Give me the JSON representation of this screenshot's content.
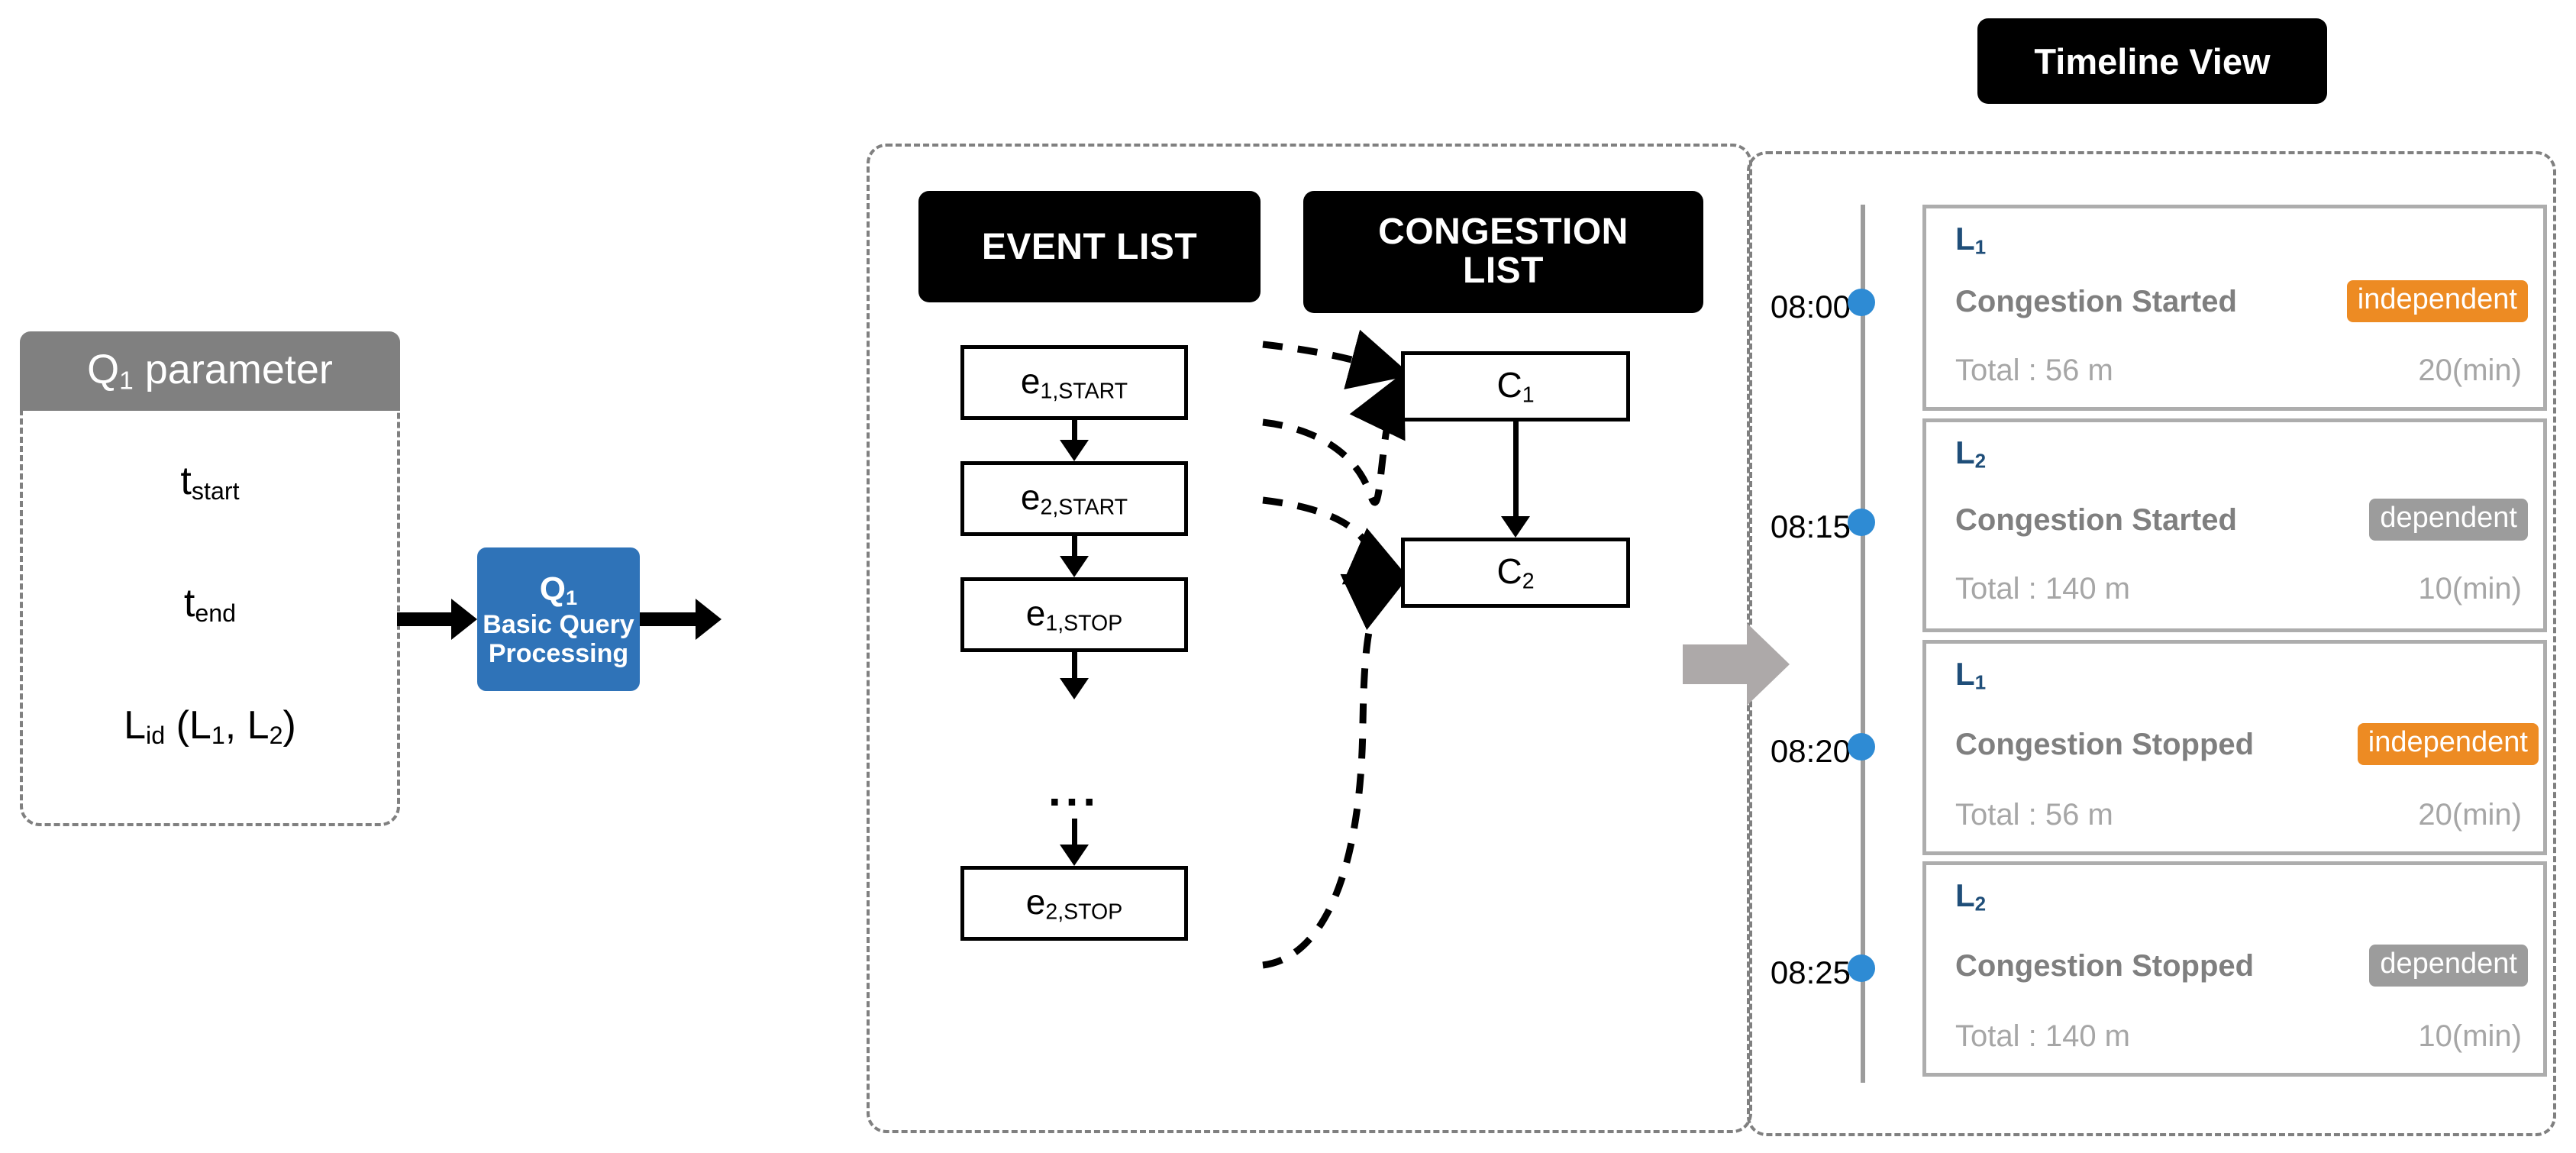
{
  "param_panel": {
    "header": "Q₁ parameter",
    "header_text_main": "Q",
    "header_sub": "1",
    "header_rest": " parameter",
    "lines": [
      {
        "main": "t",
        "sub": "start"
      },
      {
        "main": "t",
        "sub": "end"
      },
      {
        "main": "L",
        "sub": "id",
        "rest": " (L₁, L₂)"
      }
    ],
    "line_tstart_main": "t",
    "line_tstart_sub": "start",
    "line_tend_main": "t",
    "line_tend_sub": "end",
    "line_lid_main": "L",
    "line_lid_sub": "id",
    "line_lid_rest_a": " (L",
    "line_lid_sub_a": "1",
    "line_lid_rest_b": ", L",
    "line_lid_sub_b": "2",
    "line_lid_rest_c": ")"
  },
  "process_box": {
    "title_main": "Q",
    "title_sub": "1",
    "subtitle_line1": "Basic Query",
    "subtitle_line2": "Processing",
    "color": "#2F73B8"
  },
  "middle_panel": {
    "event_list_label": "EVENT LIST",
    "congestion_list_label_line1": "CONGESTION",
    "congestion_list_label_line2": "LIST",
    "events": [
      {
        "main": "e",
        "sub": "1,START"
      },
      {
        "main": "e",
        "sub": "2,START"
      },
      {
        "main": "e",
        "sub": "1,STOP"
      },
      {
        "main": "...",
        "sub": ""
      },
      {
        "main": "e",
        "sub": "2,STOP"
      }
    ],
    "event_0_main": "e",
    "event_0_sub": "1,START",
    "event_1_main": "e",
    "event_1_sub": "2,START",
    "event_2_main": "e",
    "event_2_sub": "1,STOP",
    "event_3_main": "...",
    "event_4_main": "e",
    "event_4_sub": "2,STOP",
    "congestions": [
      {
        "main": "C",
        "sub": "1"
      },
      {
        "main": "C",
        "sub": "2"
      }
    ],
    "cong_0_main": "C",
    "cong_0_sub": "1",
    "cong_1_main": "C",
    "cong_1_sub": "2"
  },
  "timeline": {
    "title": "Timeline View",
    "dot_color": "#2E8BD4",
    "lane_color": "#1F4E79",
    "independent_color": "#ED8B23",
    "dependent_color": "#9C9C9C",
    "rows": [
      {
        "time": "08:00",
        "lane_main": "L",
        "lane_sub": "1",
        "event": "Congestion Started",
        "badge": "independent",
        "badge_type": "independent",
        "total": "Total : 56 m",
        "duration": "20(min)"
      },
      {
        "time": "08:15",
        "lane_main": "L",
        "lane_sub": "2",
        "event": "Congestion Started",
        "badge": "dependent",
        "badge_type": "dependent",
        "total": "Total : 140 m",
        "duration": "10(min)"
      },
      {
        "time": "08:20",
        "lane_main": "L",
        "lane_sub": "1",
        "event": "Congestion Stopped",
        "badge": "independent",
        "badge_type": "independent",
        "total": "Total : 56 m",
        "duration": "20(min)"
      },
      {
        "time": "08:25",
        "lane_main": "L",
        "lane_sub": "2",
        "event": "Congestion Stopped",
        "badge": "dependent",
        "badge_type": "dependent",
        "total": "Total : 140 m",
        "duration": "10(min)"
      }
    ]
  },
  "icons": {
    "flow_arrow_right": "solid-arrow-right-icon",
    "big_gray_arrow": "gray-block-arrow-icon",
    "dashed_mapping_arrow": "dashed-arrow-icon"
  }
}
